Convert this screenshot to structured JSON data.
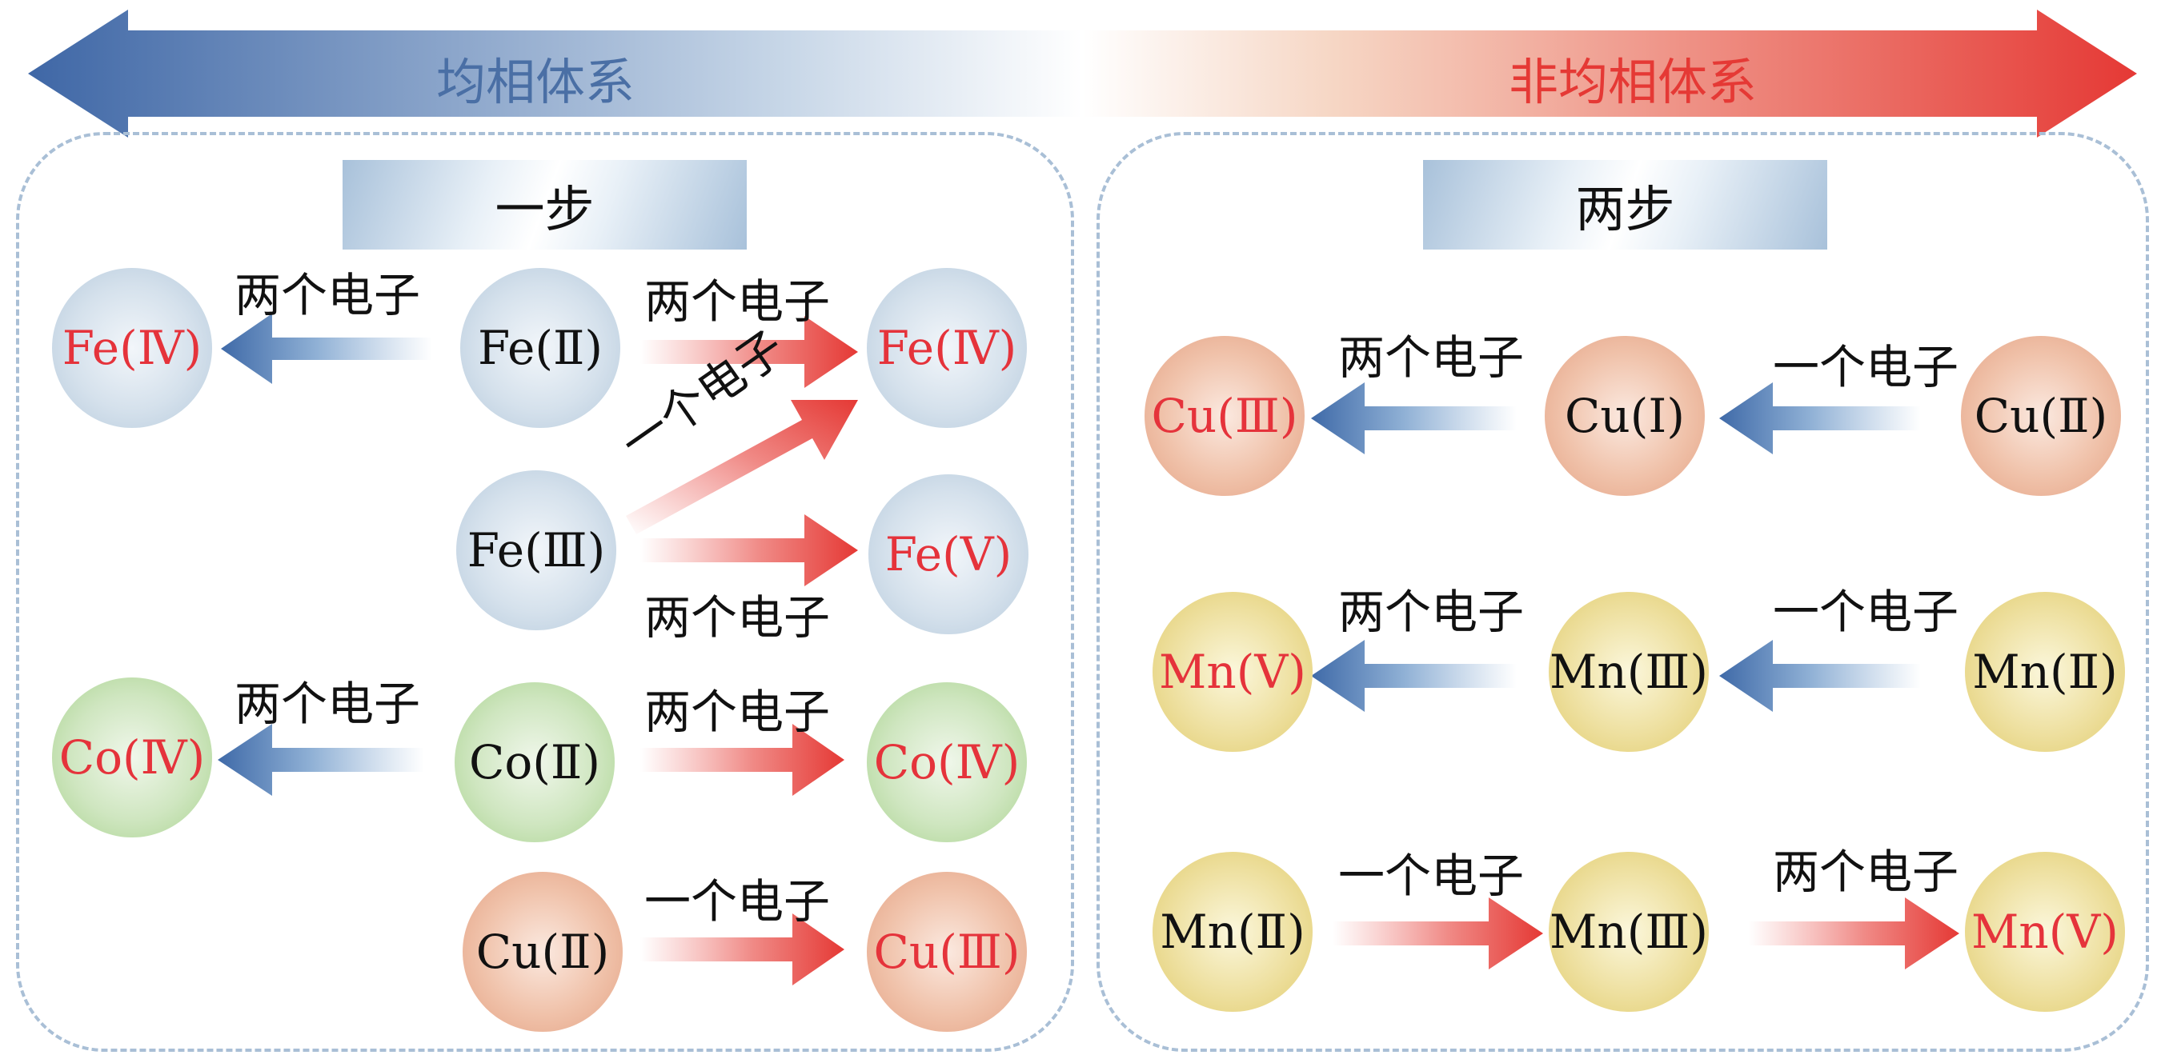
{
  "header": {
    "left_label": "均相体系",
    "right_label": "非均相体系",
    "left_color": "#4a6fa5",
    "right_color": "#e53935"
  },
  "left_panel": {
    "step_label": "一步",
    "species": {
      "fe4_left": "Fe(Ⅳ)",
      "fe2": "Fe(Ⅱ)",
      "fe4_right": "Fe(Ⅳ)",
      "fe3": "Fe(Ⅲ)",
      "fe5": "Fe(Ⅴ)",
      "co4_left": "Co(Ⅳ)",
      "co2": "Co(Ⅱ)",
      "co4_right": "Co(Ⅳ)",
      "cu2": "Cu(Ⅱ)",
      "cu3": "Cu(Ⅲ)"
    },
    "labels": {
      "fe2_to_fe4_left": "两个电子",
      "fe2_to_fe4_right": "两个电子",
      "fe3_to_fe4": "一个电子",
      "fe3_to_fe5": "两个电子",
      "co2_to_co4_left": "两个电子",
      "co2_to_co4_right": "两个电子",
      "cu2_to_cu3": "一个电子"
    }
  },
  "right_panel": {
    "step_label": "两步",
    "species": {
      "cu3": "Cu(Ⅲ)",
      "cu1": "Cu(I)",
      "cu2": "Cu(Ⅱ)",
      "mn5_a": "Mn(Ⅴ)",
      "mn3_a": "Mn(Ⅲ)",
      "mn2_a": "Mn(Ⅱ)",
      "mn2_b": "Mn(Ⅱ)",
      "mn3_b": "Mn(Ⅲ)",
      "mn5_b": "Mn(Ⅴ)"
    },
    "labels": {
      "cu1_to_cu3": "两个电子",
      "cu2_to_cu1": "一个电子",
      "mn3_to_mn5": "两个电子",
      "mn2_to_mn3": "一个电子",
      "mn2_to_mn3_b": "一个电子",
      "mn3_to_mn5_b": "两个电子"
    }
  },
  "colors": {
    "blue_arrow": "#4a75b0",
    "red_arrow": "#e53935"
  }
}
